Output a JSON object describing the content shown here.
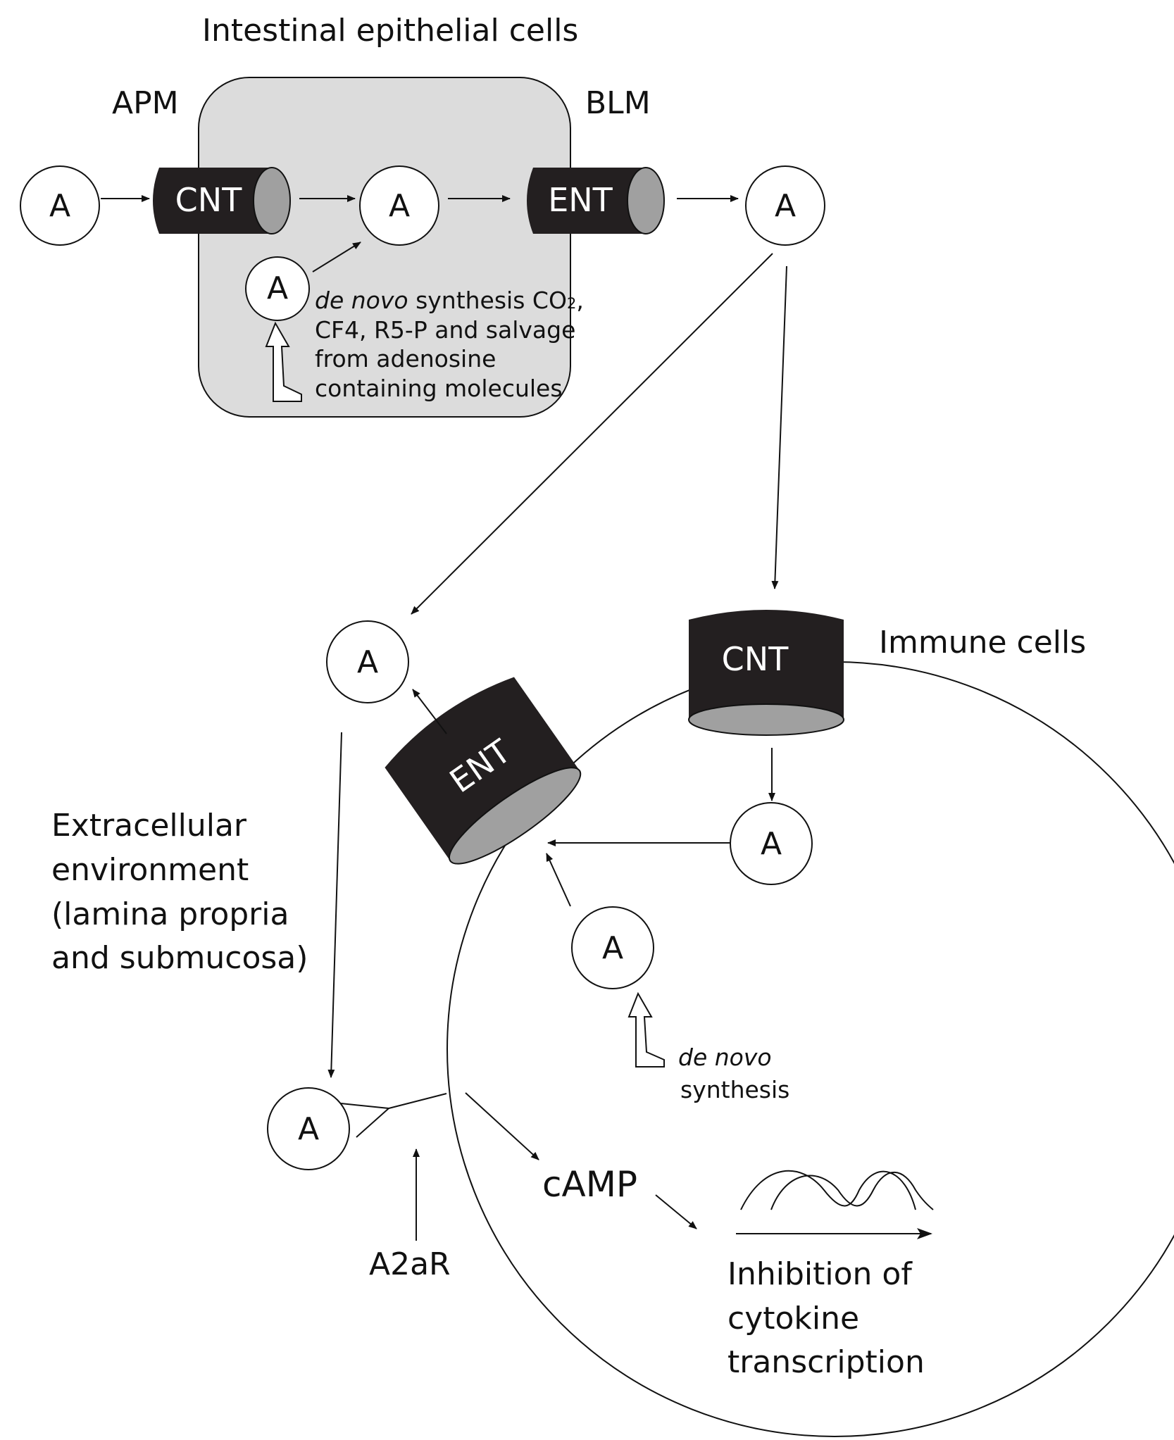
{
  "title": "Intestinal epithelial cells",
  "labels": {
    "apm": "APM",
    "blm": "BLM",
    "immune_cells": "Immune cells",
    "extracellular_lines": [
      "Extracellular",
      "environment",
      "(lamina propria",
      "and submucosa)"
    ],
    "a2ar": "A2aR",
    "camp": "cAMP",
    "inhibition_lines": [
      "Inhibition of",
      "cytokine",
      "transcription"
    ]
  },
  "adenosine_symbol": "A",
  "channels": {
    "cnt": "CNT",
    "ent": "ENT"
  },
  "epithelial_synthesis": {
    "line1_italic": "de novo",
    "line1_rest": " synthesis CO",
    "line1_sub": "2",
    "line1_end": ",",
    "lines": [
      "CF4, R5-P and salvage",
      "from adenosine",
      "containing molecules"
    ]
  },
  "immune_synthesis": {
    "italic": "de novo",
    "line2": "synthesis"
  },
  "colors": {
    "channel_body": "#231f20",
    "channel_end": "#a0a0a0",
    "epithelial_fill": "#dcdcdc"
  }
}
